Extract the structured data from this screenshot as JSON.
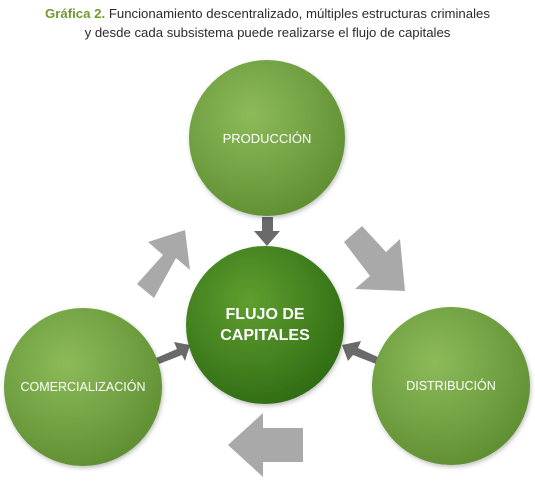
{
  "caption": {
    "label": "Gráfica 2.",
    "line1": "Funcionamiento descentralizado, múltiples estructuras criminales",
    "line2": "y desde cada subsistema puede realizarse el flujo de capitales"
  },
  "nodes": {
    "center_line1": "FLUJO DE",
    "center_line2": "CAPITALES",
    "top": "PRODUCCIÓN",
    "left": "COMERCIALIZACIÓN",
    "right": "DISTRIBUCIÓN"
  },
  "colors": {
    "outer_circle_light": "#8dbb5a",
    "outer_circle_dark": "#5e8e31",
    "center_circle_light": "#5f9f2f",
    "center_circle_dark": "#2f6b14",
    "dark_arrow": "#6a6a6a",
    "light_arrow": "#a9a9a9",
    "caption_label": "#6f9a2f"
  }
}
